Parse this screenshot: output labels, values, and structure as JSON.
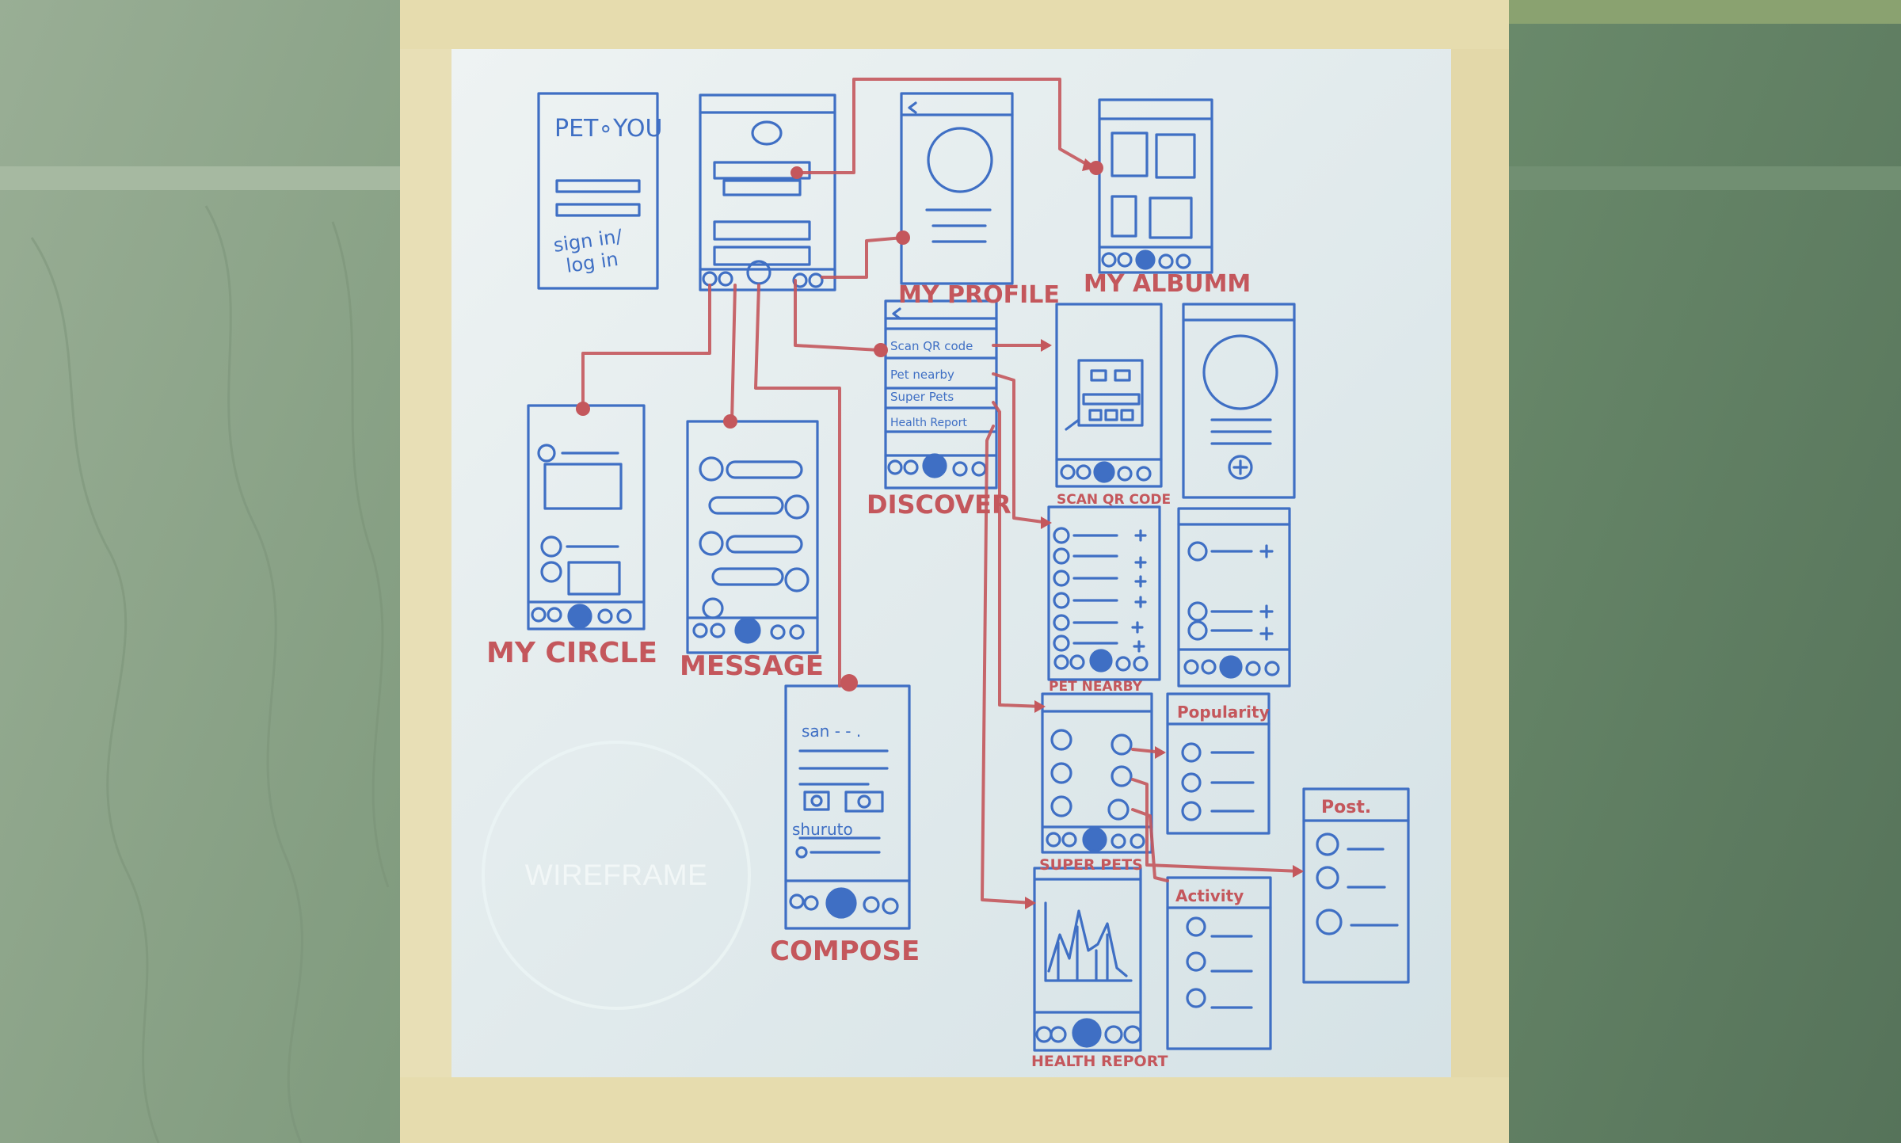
{
  "colors": {
    "wall_left": "#8ea58b",
    "wall_right": "#5d7a5e",
    "frame_wood": "#e6dcb2",
    "board": "#dfeaec",
    "marker_blue": "#3f6fc4",
    "marker_red": "#c4575c"
  },
  "badge": {
    "text": "WIREFRAME"
  },
  "sketch_text": {
    "splash_title": "PET∘YOU",
    "splash_sign": "sign in/",
    "splash_log": "log in",
    "my_profile": "MY PROFILE",
    "my_album": "MY ALBUMM",
    "discover": "DISCOVER",
    "discover_scan": "Scan QR code",
    "discover_pet": "Pet nearby",
    "discover_super": "Super Pets",
    "discover_health": "Health Report",
    "scan_qr": "SCAN QR CODE",
    "pet_nearby": "PET NEARBY",
    "my_circle": "MY CIRCLE",
    "message": "MESSAGE",
    "compose": "COMPOSE",
    "super_pets": "SUPER PETS",
    "popularity": "Popularity",
    "activity": "Activity",
    "post": "Post.",
    "health_report": "HEALTH REPORT",
    "compose_line1": "san - - .",
    "compose_line2": "shuruto"
  }
}
